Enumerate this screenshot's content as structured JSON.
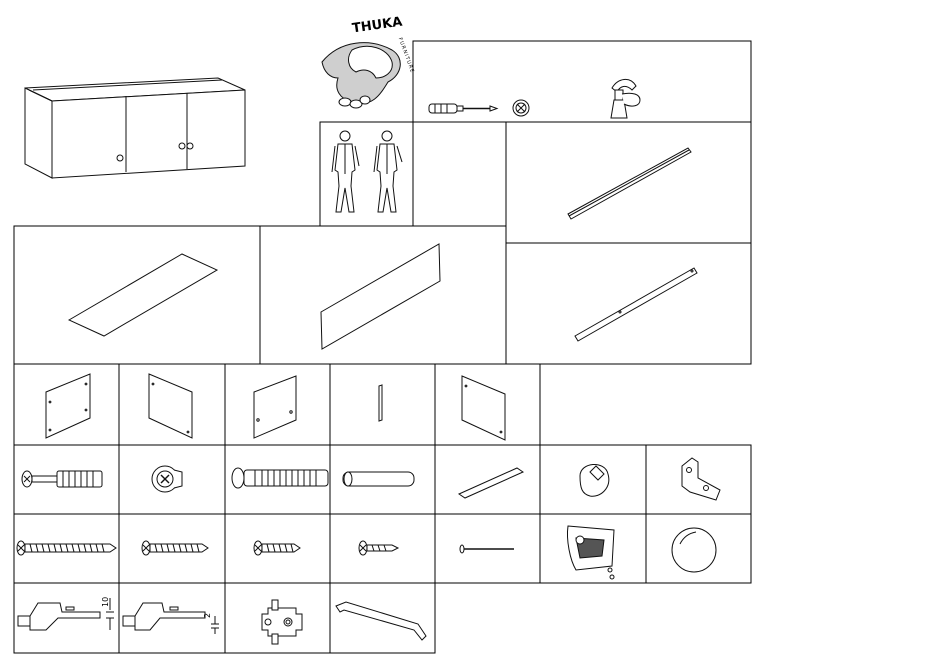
{
  "brand": {
    "name": "THUKA",
    "tagline": "FURNITURE"
  },
  "dimensions": {
    "hinge_a_value": "10",
    "hinge_b_value": "2"
  },
  "tools": [
    "screwdriver-icon",
    "phillips-bit-icon",
    "hammer-icon"
  ],
  "colors": {
    "line": "#111111",
    "background": "#ffffff"
  }
}
